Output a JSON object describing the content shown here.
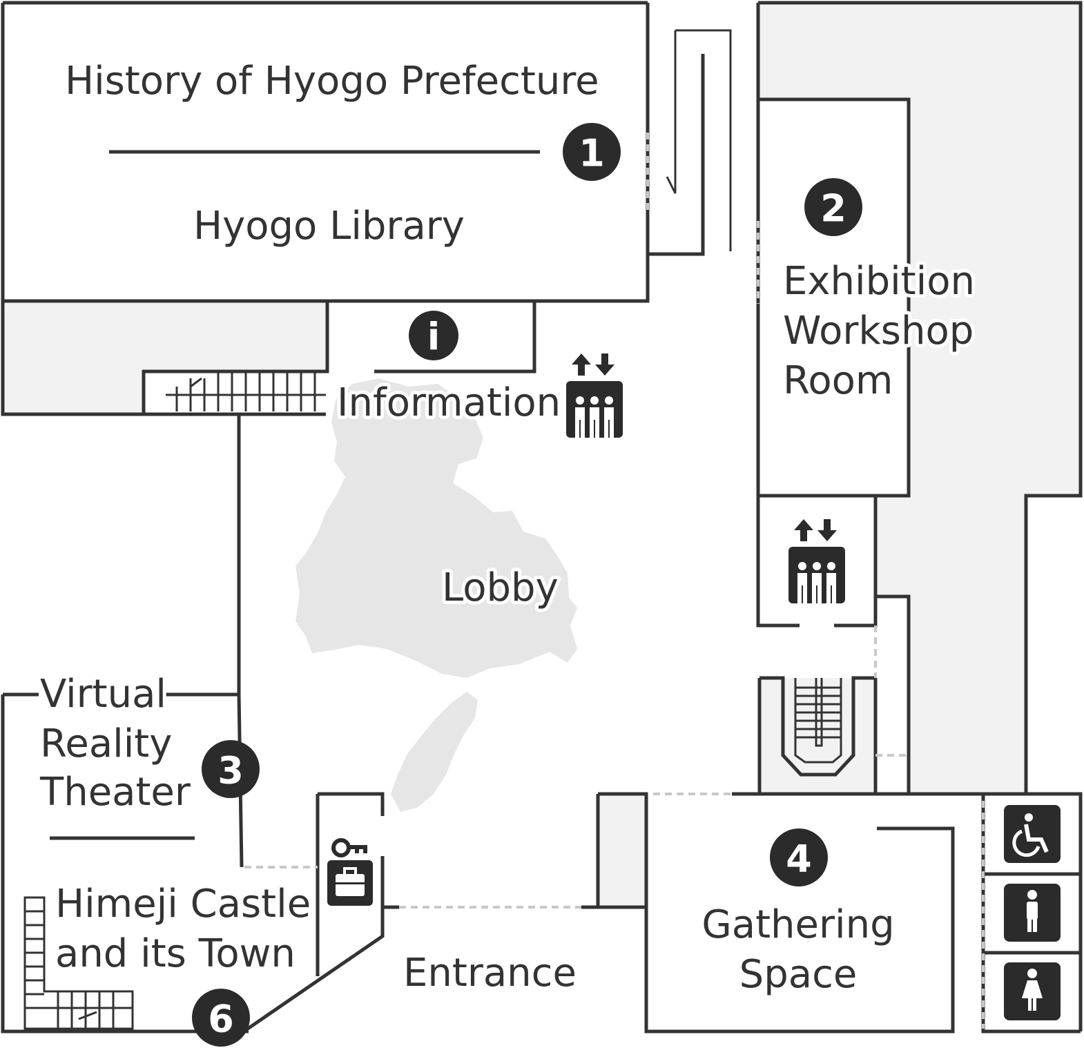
{
  "map": {
    "rooms": {
      "history": "History of Hyogo Prefecture",
      "library": "Hyogo Library",
      "information": "Information",
      "exhibition": [
        "Exhibition",
        "Workshop",
        "Room"
      ],
      "lobby": "Lobby",
      "vr_theater": [
        "Virtual",
        "Reality",
        "Theater"
      ],
      "himeji": [
        "Himeji Castle",
        "and its Town"
      ],
      "entrance": "Entrance",
      "gathering": [
        "Gathering",
        "Space"
      ]
    },
    "markers": [
      "1",
      "2",
      "3",
      "4",
      "6"
    ],
    "info_marker": "i",
    "icons": [
      "info-icon",
      "elevator-icon",
      "locker-icon",
      "wheelchair-icon",
      "mens-restroom-icon",
      "womens-restroom-icon"
    ],
    "colors": {
      "wall": "#333333",
      "shade": "#f2f2f2",
      "island": "#e6e6e6",
      "door": "#c8c8c8",
      "marker": "#2b2b2b"
    }
  }
}
